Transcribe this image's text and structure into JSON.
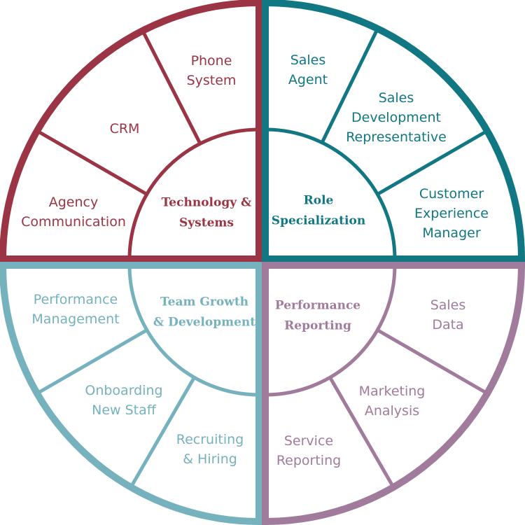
{
  "colors": {
    "technology": "#9b3444",
    "role": "#117782",
    "team": "#75b2bd",
    "performance": "#a07b9c",
    "background": "#ffffff"
  },
  "quadrants": [
    {
      "key": "technology",
      "hub_lines": [
        "Technology &",
        "Systems"
      ],
      "segments": [
        {
          "lines": [
            "Agency",
            "Communication"
          ]
        },
        {
          "lines": [
            "CRM"
          ]
        },
        {
          "lines": [
            "Phone",
            "System"
          ]
        }
      ]
    },
    {
      "key": "role",
      "hub_lines": [
        "Role",
        "Specialization"
      ],
      "segments": [
        {
          "lines": [
            "Sales",
            "Agent"
          ]
        },
        {
          "lines": [
            "Sales",
            "Development",
            "Representative"
          ]
        },
        {
          "lines": [
            "Customer",
            "Experience",
            "Manager"
          ]
        }
      ]
    },
    {
      "key": "team",
      "hub_lines": [
        "Team Growth",
        "& Development"
      ],
      "segments": [
        {
          "lines": [
            "Performance",
            "Management"
          ]
        },
        {
          "lines": [
            "Onboarding",
            "New Staff"
          ]
        },
        {
          "lines": [
            "Recruiting",
            "& Hiring"
          ]
        }
      ]
    },
    {
      "key": "performance",
      "hub_lines": [
        "Performance",
        "Reporting"
      ],
      "segments": [
        {
          "lines": [
            "Sales",
            "Data"
          ]
        },
        {
          "lines": [
            "Marketing",
            "Analysis"
          ]
        },
        {
          "lines": [
            "Service",
            "Reporting"
          ]
        }
      ]
    }
  ]
}
